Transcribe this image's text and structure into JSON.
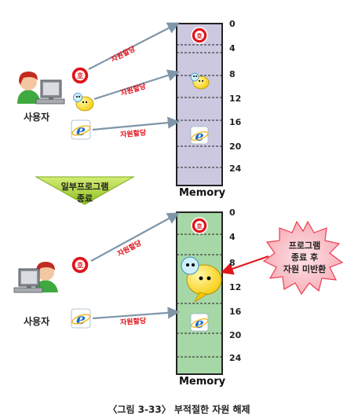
{
  "diagram": {
    "top": {
      "user_label": "사용자",
      "arrow_labels": [
        "자원할당",
        "자원할당",
        "자원할당"
      ],
      "memory_label": "Memory",
      "ticks": [
        "0",
        "4",
        "8",
        "12",
        "16",
        "20",
        "24"
      ]
    },
    "transition": {
      "line1": "일부프로그램",
      "line2": "종료"
    },
    "bottom": {
      "user_label": "사용자",
      "arrow_labels": [
        "자원할당",
        "자원할당"
      ],
      "memory_label": "Memory",
      "ticks": [
        "0",
        "4",
        "8",
        "12",
        "16",
        "20",
        "24"
      ],
      "callout": {
        "line1": "프로그램",
        "line2": "종료 후",
        "line3": "자원 미반환"
      }
    },
    "caption": "〈그림 3-33〉 부적절한 자원 해제",
    "colors": {
      "memory_top_fill": "#ccc8e0",
      "memory_bottom_fill": "#a6d7a6",
      "arrow": "#7f96a8",
      "callout_fill": "#f9b4bc",
      "callout_border": "#ee3d52",
      "transition_arrow": "#99c825",
      "leak_arrow": "#e01818"
    },
    "icons": [
      "person-at-computer-icon",
      "hanja-program-icon",
      "messenger-program-icon",
      "internet-explorer-icon"
    ]
  }
}
